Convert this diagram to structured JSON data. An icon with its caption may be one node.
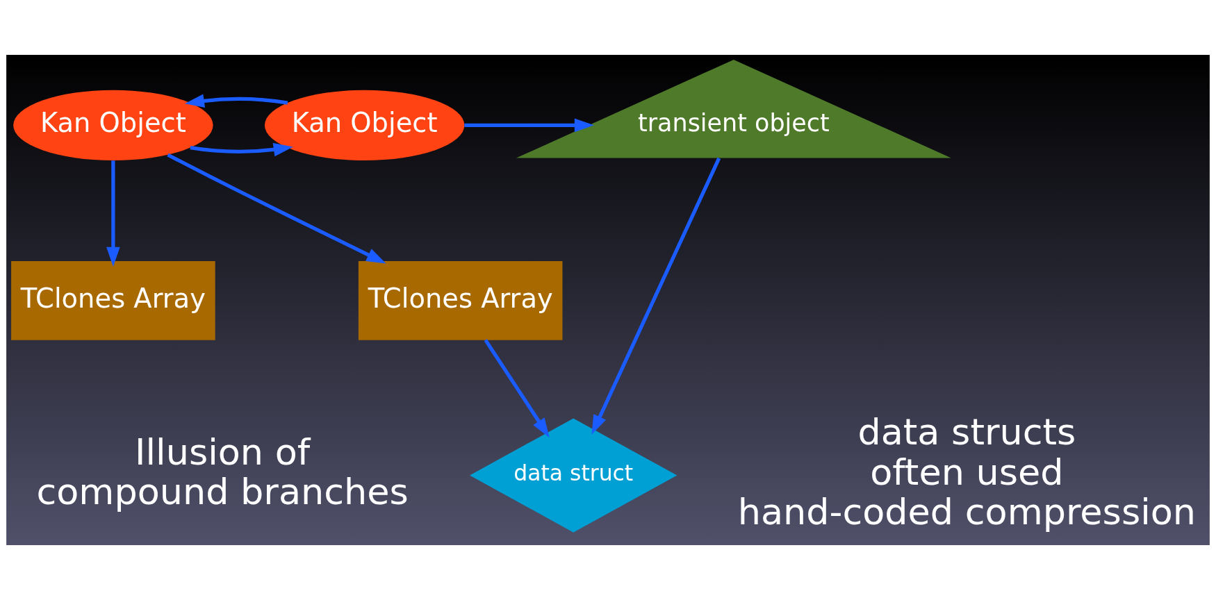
{
  "diagram": {
    "nodes": [
      {
        "text": [
          "Kan Object"
        ]
      },
      {
        "text": [
          "Kan Object"
        ]
      },
      {
        "text": [
          "transient object"
        ]
      },
      {
        "text": [
          "TClones Array"
        ]
      },
      {
        "text": [
          "TClones Array"
        ]
      },
      {
        "text": [
          "data struct"
        ]
      }
    ],
    "edges": [
      {
        "from": 0,
        "to": 1,
        "arrow": "to"
      },
      {
        "from": 1,
        "to": 0,
        "arrow": "to"
      },
      {
        "from": 1,
        "to": 2,
        "arrow": "to"
      },
      {
        "from": 0,
        "to": 3,
        "arrow": "to"
      },
      {
        "from": 0,
        "to": 4,
        "arrow": "to"
      },
      {
        "from": 4,
        "to": 5,
        "arrow": "to"
      },
      {
        "from": 2,
        "to": 5,
        "arrow": "to"
      }
    ],
    "labels": [
      "Illusion of compound branches",
      "data structs often used hand-coded compression"
    ]
  }
}
